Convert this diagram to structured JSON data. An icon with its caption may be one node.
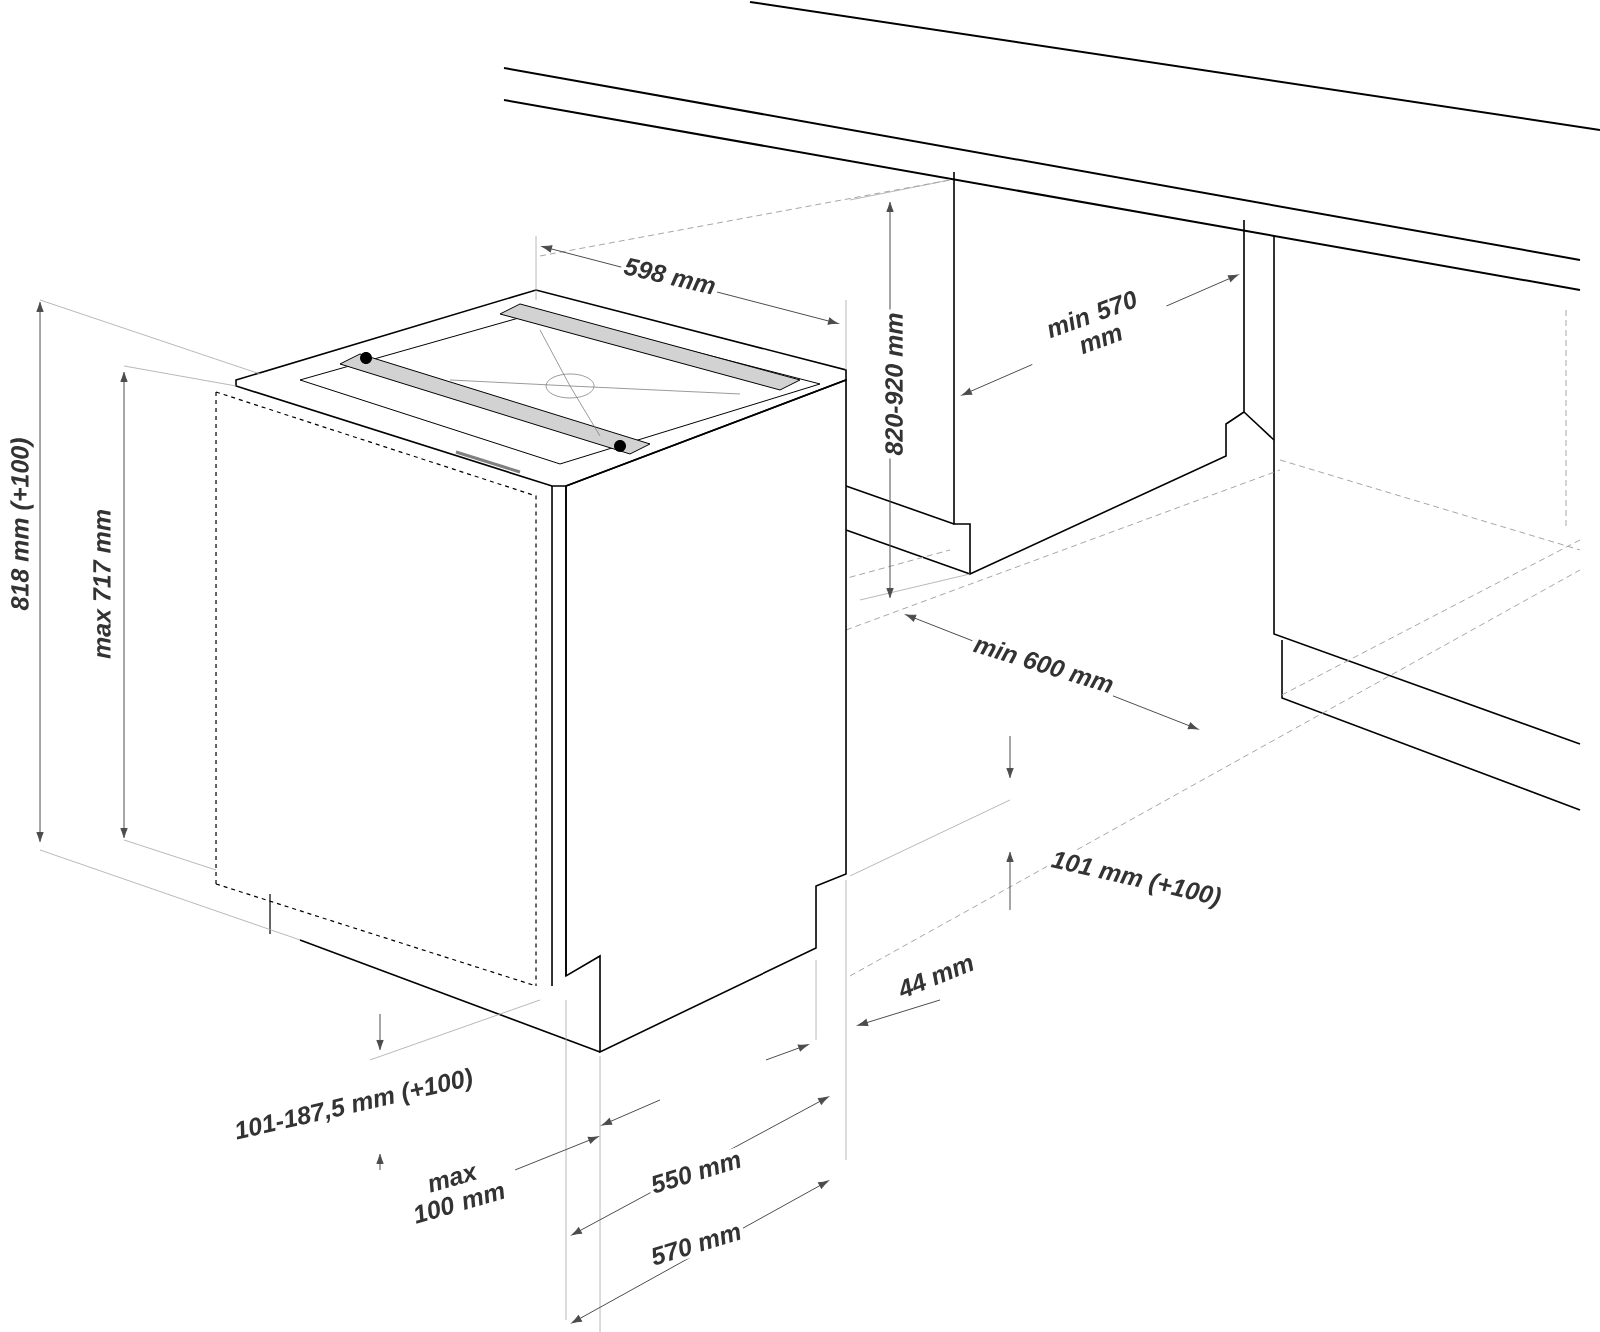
{
  "diagram": {
    "labels": [
      "598 mm",
      "820-920 mm",
      "min 570 mm",
      "818 mm (+100)",
      "max 717 mm",
      "min 600 mm",
      "101 mm (+100)",
      "44 mm",
      "101-187,5 mm (+100)",
      "max 100 mm",
      "550 mm",
      "570 mm"
    ]
  }
}
